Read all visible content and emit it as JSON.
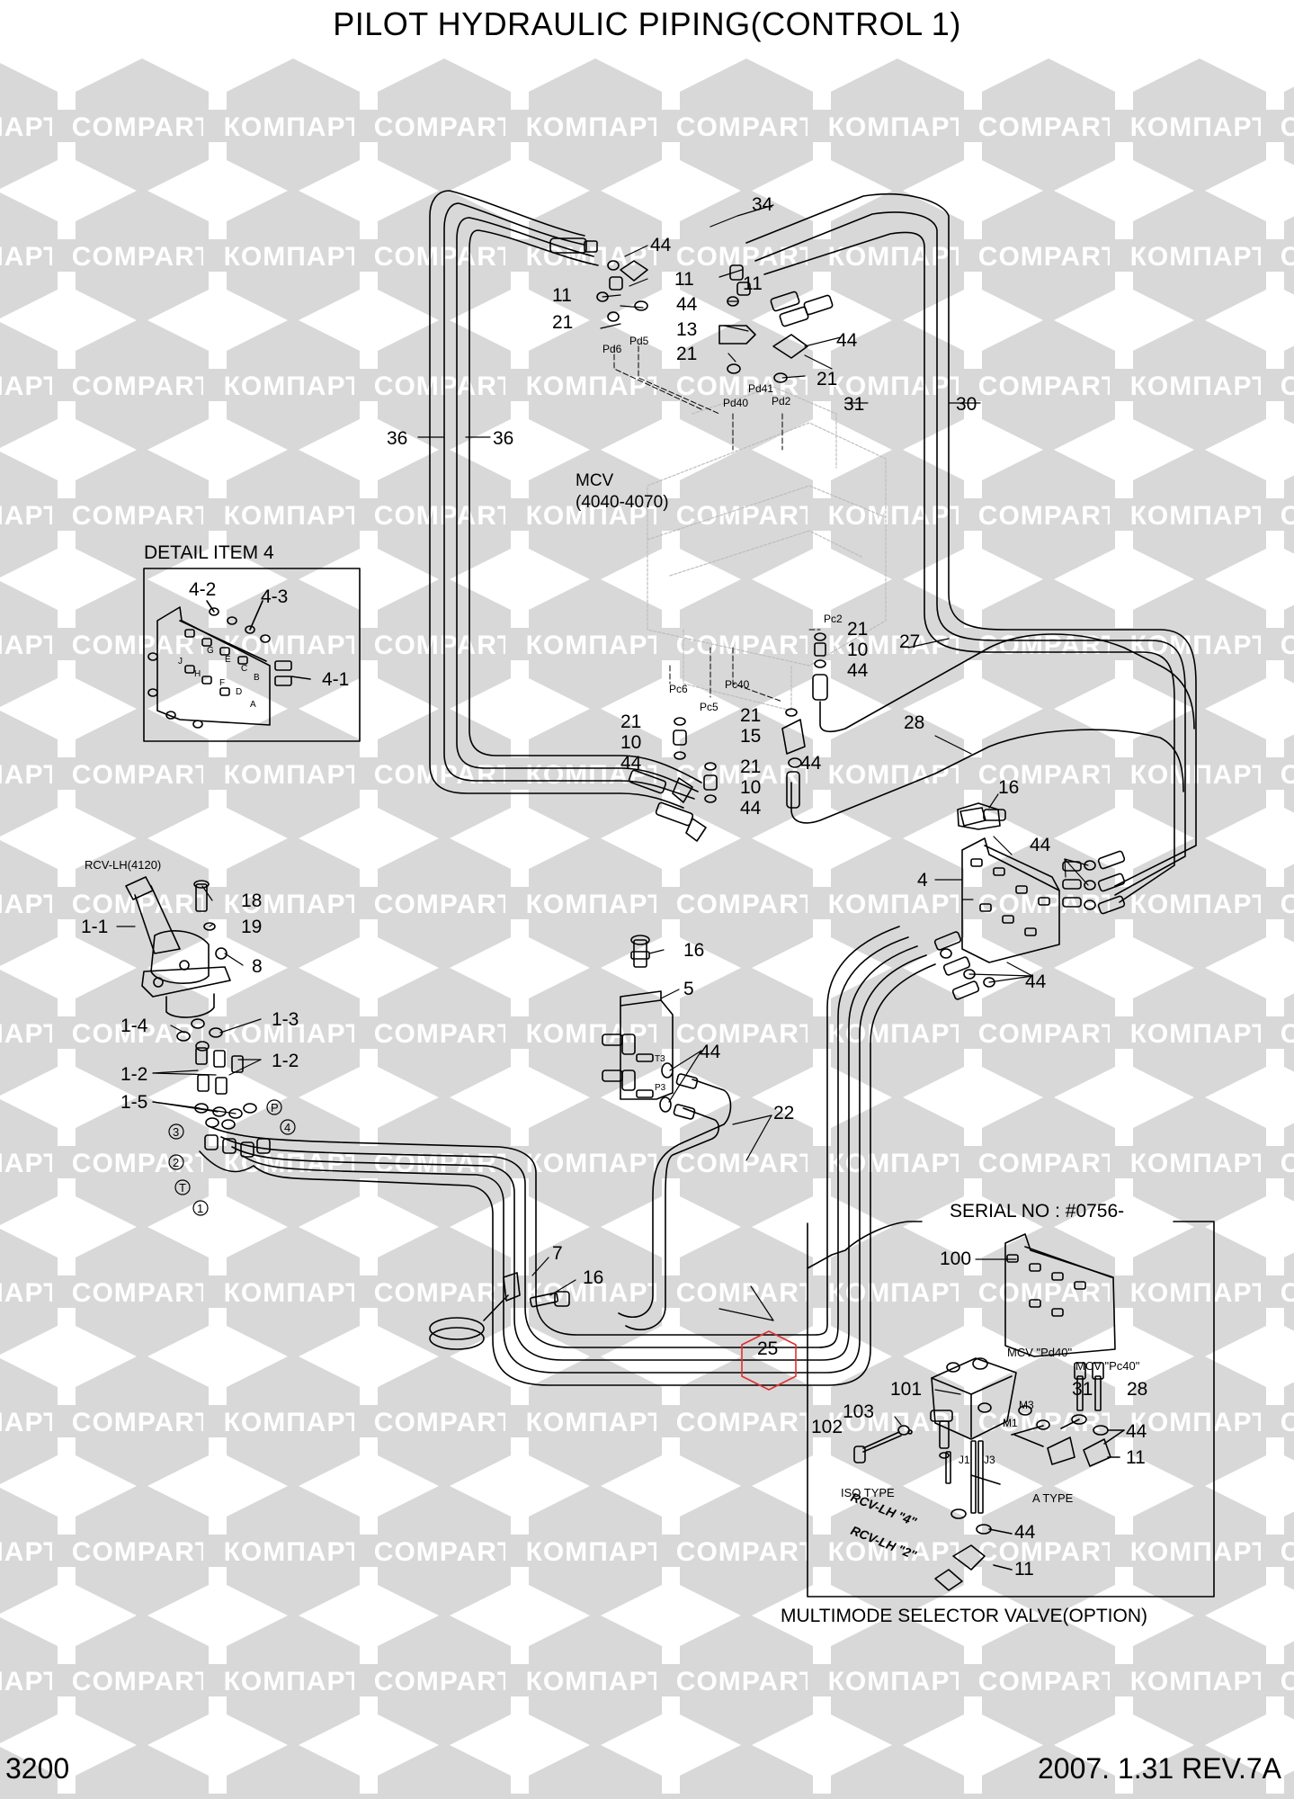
{
  "title": "PILOT HYDRAULIC PIPING(CONTROL 1)",
  "footer": {
    "page_number": "3200",
    "date_rev": "2007. 1.31  REV.7A"
  },
  "watermarks": [
    "КОМПАРТ",
    "COMPART"
  ],
  "colors": {
    "line": "#000000",
    "watermark": "#d8d8d8",
    "highlight": "#e03030",
    "faded": "#bdbdbd"
  },
  "boxes": {
    "detail4": {
      "heading": "DETAIL ITEM 4"
    },
    "serial": {
      "heading": "SERIAL NO : #0756-",
      "caption": "MULTIMODE SELECTOR VALVE(OPTION)"
    }
  },
  "labels": {
    "mcv": "MCV",
    "mcv_model": "(4040-4070)",
    "rcv_lh": "RCV-LH(4120)",
    "pd6": "Pd6",
    "pd5": "Pd5",
    "pd40": "Pd40",
    "pd41": "Pd41",
    "pd2": "Pd2",
    "pc2": "Pc2",
    "pc6": "Pc6",
    "pc5": "Pc5",
    "pc40": "Pc40",
    "t3": "T3",
    "p3": "P3",
    "mcv_pd40": "MCV \"Pd40\"",
    "mcv_pc40": "MCV \"Pc40\"",
    "m3": "M3",
    "m1": "M1",
    "j1": "J1",
    "j3": "J3",
    "iso_type": "ISO  TYPE",
    "a_type": "A  TYPE",
    "rcv_lh_4": "RCV-LH \"4\"",
    "rcv_lh_2": "RCV-LH \"2\"",
    "port_p": "P",
    "port_3": "3",
    "port_4": "4",
    "port_2": "2",
    "port_t": "T",
    "port_1": "1",
    "valve_letters": [
      "J",
      "H",
      "G",
      "F",
      "E",
      "D",
      "C",
      "B",
      "A"
    ]
  },
  "callouts": {
    "c34": "34",
    "c44a": "44",
    "c11a": "11",
    "c11b": "11",
    "c11c": "11",
    "c44b": "44",
    "c44c": "44",
    "c21a": "21",
    "c13": "13",
    "c21b": "21",
    "c21c": "21",
    "c31": "31",
    "c30": "30",
    "c36a": "36",
    "c36b": "36",
    "d4_2": "4-2",
    "d4_3": "4-3",
    "d4_1": "4-1",
    "c21d": "21",
    "c10a": "10",
    "c44d": "44",
    "c27": "27",
    "c28": "28",
    "c21e": "21",
    "c10b": "10",
    "c44e": "44",
    "c21f": "21",
    "c15": "15",
    "c44f": "44",
    "c21g": "21",
    "c10c": "10",
    "c44g": "44",
    "c16a": "16",
    "c44h": "44",
    "c4": "4",
    "c44i": "44",
    "c18": "18",
    "c19": "19",
    "c1_1": "1-1",
    "c8": "8",
    "c1_4": "1-4",
    "c1_3": "1-3",
    "c1_2a": "1-2",
    "c1_2b": "1-2",
    "c1_5": "1-5",
    "c16b": "16",
    "c5": "5",
    "c44j": "44",
    "c22": "22",
    "c7": "7",
    "c16c": "16",
    "c25": "25",
    "c100": "100",
    "c101": "101",
    "c103": "103",
    "c102": "102",
    "c31b": "31",
    "c28b": "28",
    "c44k": "44",
    "c11d": "11",
    "c44l": "44",
    "c11e": "11"
  }
}
